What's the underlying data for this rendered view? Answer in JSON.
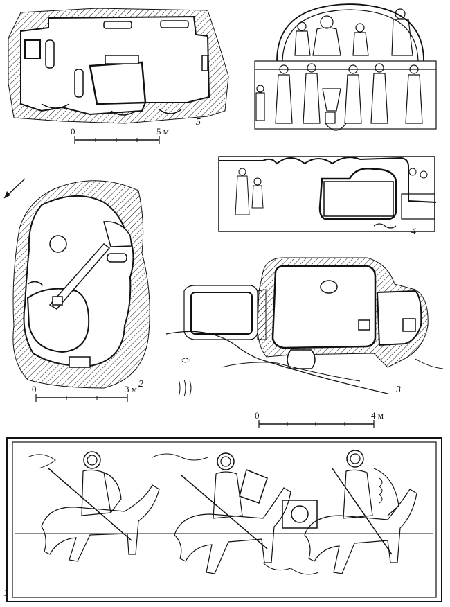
{
  "figures": {
    "fig1": {
      "number": "1"
    },
    "fig2": {
      "number": "2",
      "scale": {
        "zero": "0",
        "end": "3 м"
      }
    },
    "fig3": {
      "number": "3",
      "scale": {
        "zero": "0",
        "end": "4 м"
      }
    },
    "fig4": {
      "number": "4"
    },
    "fig5": {
      "number": "5",
      "scale": {
        "zero": "0",
        "end": "5 м"
      }
    }
  },
  "colors": {
    "ink": "#111111",
    "paper": "#ffffff"
  },
  "icons": [
    "north-arrow-icon"
  ]
}
